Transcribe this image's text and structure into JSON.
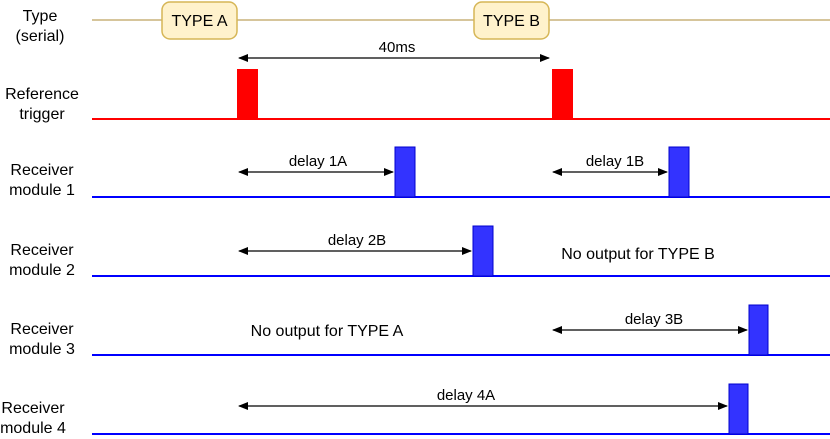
{
  "colors": {
    "serial_line": "#c8b27a",
    "packet_fill": "#fff2cc",
    "packet_stroke": "#d6b656",
    "trigger": "#ff0000",
    "receiver": "#0000ff",
    "pulse_blue": "#3333ff",
    "arrow": "#000000"
  },
  "rows": {
    "type": {
      "label_line1": "Type",
      "label_line2": "(serial)"
    },
    "reference": {
      "label_line1": "Reference",
      "label_line2": "trigger"
    },
    "m1": {
      "label_line1": "Receiver",
      "label_line2": "module 1"
    },
    "m2": {
      "label_line1": "Receiver",
      "label_line2": "module 2"
    },
    "m3": {
      "label_line1": "Receiver",
      "label_line2": "module 3"
    },
    "m4": {
      "label_line1": "Receiver",
      "label_line2": "module 4"
    }
  },
  "packets": {
    "a": "TYPE A",
    "b": "TYPE B"
  },
  "period": {
    "label": "40ms"
  },
  "delays": {
    "d1a": "delay 1A",
    "d1b": "delay 1B",
    "d2b": "delay 2B",
    "d3b": "delay 3B",
    "d4a": "delay 4A"
  },
  "notes": {
    "m2_no_output": "No output for TYPE B",
    "m3_no_output": "No output for TYPE A"
  }
}
